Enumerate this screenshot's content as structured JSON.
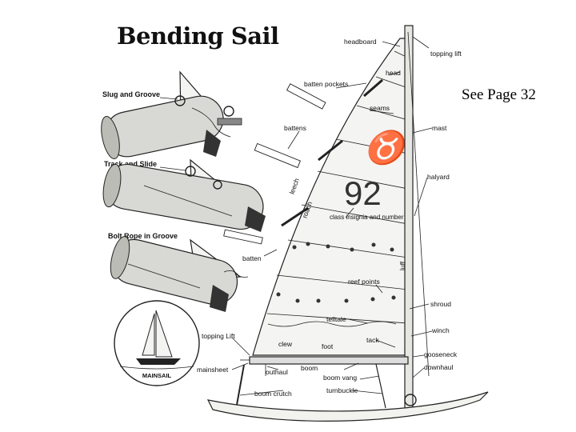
{
  "title": "Bending Sail",
  "note": "See Page 32",
  "sections": {
    "slug": "Slug and Groove",
    "track": "Track and Slide",
    "bolt": "Bolt Rope in Groove"
  },
  "inset": {
    "label": "MAINSAIL"
  },
  "sail_insignia": {
    "mark": "♉",
    "number": "92"
  },
  "labels": {
    "headboard": "headboard",
    "topping_lift_top": "topping lift",
    "head": "head",
    "batten_pockets": "batten pockets",
    "seams": "seams",
    "mast": "mast",
    "battens": "battens",
    "halyard": "halyard",
    "leech": "leech",
    "roach": "roach",
    "class_insignia": "class insignia and number",
    "batten": "batten",
    "luff": "luff",
    "reef_points": "reef points",
    "shroud": "shroud",
    "telltale": "telltale",
    "winch": "winch",
    "tack": "tack",
    "clew": "clew",
    "foot": "foot",
    "topping_lift": "topping Lift",
    "gooseneck": "gooseneck",
    "downhaul": "downhaul",
    "mainsheet": "mainsheet",
    "outhaul": "outhaul",
    "boom": "boom",
    "boom_vang": "boom vang",
    "turnbuckle": "turnbuckle",
    "boom_crutch": "boom crutch"
  }
}
